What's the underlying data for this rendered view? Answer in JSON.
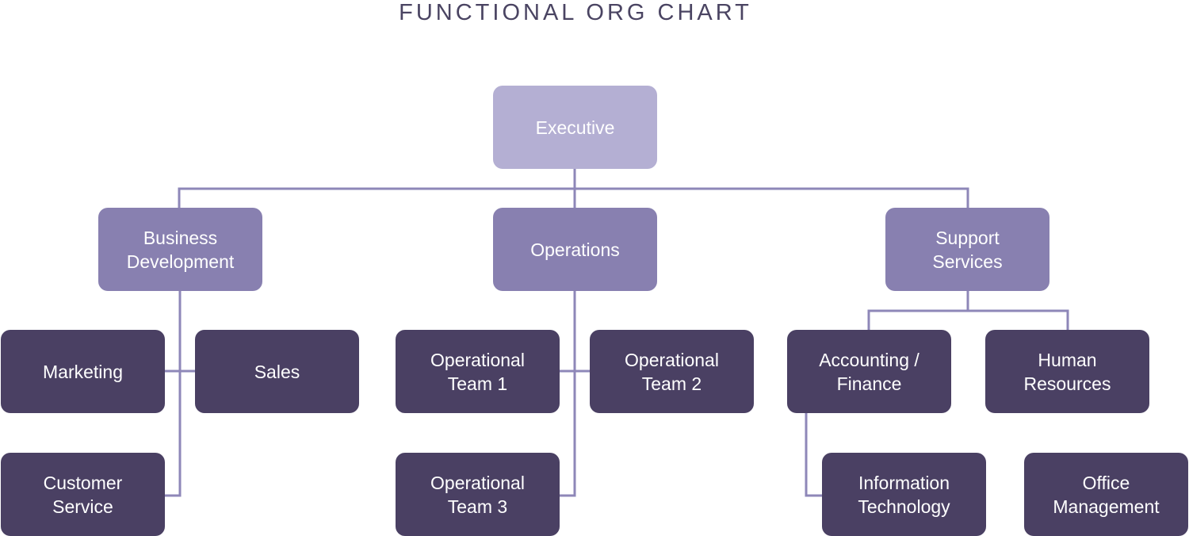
{
  "title": "FUNCTIONAL ORG CHART",
  "colors": {
    "executive": "#b4afd3",
    "division": "#8880b0",
    "team": "#4a4063",
    "connector": "#8e87b8",
    "title": "#4a4462"
  },
  "nodes": {
    "executive": "Executive",
    "business_development": "Business\nDevelopment",
    "operations": "Operations",
    "support_services": "Support\nServices",
    "marketing": "Marketing",
    "sales": "Sales",
    "customer_service": "Customer\nService",
    "operational_team_1": "Operational\nTeam 1",
    "operational_team_2": "Operational\nTeam 2",
    "operational_team_3": "Operational\nTeam 3",
    "accounting_finance": "Accounting /\nFinance",
    "human_resources": "Human\nResources",
    "information_technology": "Information\nTechnology",
    "office_management": "Office\nManagement"
  }
}
